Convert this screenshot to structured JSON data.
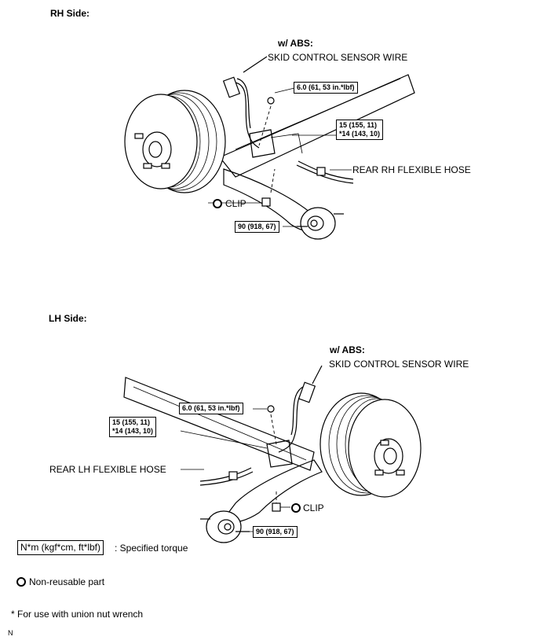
{
  "rh": {
    "heading": "RH Side:",
    "abs_title": "w/ ABS:",
    "sensor_wire": "SKID CONTROL SENSOR WIRE",
    "torque_bolt": "6.0 (61, 53 in.*lbf)",
    "torque_union": "15 (155, 11)",
    "torque_union_alt": "*14 (143, 10)",
    "hose": "REAR RH FLEXIBLE HOSE",
    "clip": "CLIP",
    "torque_axle": "90 (918, 67)"
  },
  "lh": {
    "heading": "LH Side:",
    "abs_title": "w/ ABS:",
    "sensor_wire": "SKID CONTROL SENSOR WIRE",
    "torque_bolt": "6.0 (61, 53 in.*lbf)",
    "torque_union": "15 (155, 11)",
    "torque_union_alt": "*14 (143, 10)",
    "hose": "REAR LH FLEXIBLE HOSE",
    "clip": "CLIP",
    "torque_axle": "90 (918, 67)"
  },
  "legend": {
    "torque_units": "N*m (kgf*cm, ft*lbf)",
    "torque_desc": ": Specified torque",
    "nonreusable": "Non-reusable part",
    "footnote": "* For use with union nut wrench",
    "corner_mark": "N"
  }
}
